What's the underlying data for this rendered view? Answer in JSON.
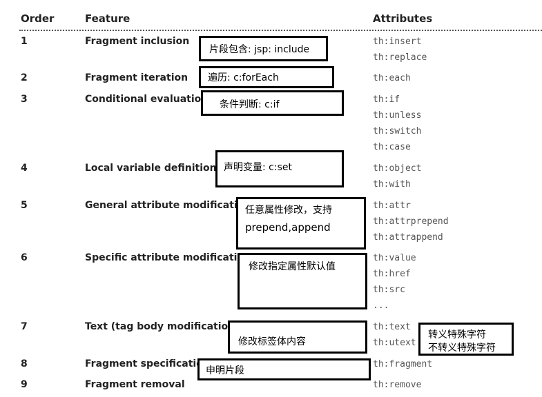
{
  "headers": {
    "order": "Order",
    "feature": "Feature",
    "attributes": "Attributes"
  },
  "rows": [
    {
      "order": "1",
      "feature": "Fragment inclusion",
      "attrs": [
        "th:insert",
        "th:replace"
      ],
      "note": "片段包含: jsp: include"
    },
    {
      "order": "2",
      "feature": "Fragment iteration",
      "attrs": [
        "th:each"
      ],
      "note": "遍历: c:forEach"
    },
    {
      "order": "3",
      "feature": "Conditional evaluation",
      "attrs": [
        "th:if",
        "th:unless",
        "th:switch",
        "th:case"
      ],
      "note": "条件判断: c:if"
    },
    {
      "order": "4",
      "feature": "Local variable definition",
      "attrs": [
        "th:object",
        "th:with"
      ],
      "note": "声明变量: c:set"
    },
    {
      "order": "5",
      "feature": "General attribute modification",
      "attrs": [
        "th:attr",
        "th:attrprepend",
        "th:attrappend"
      ],
      "note_lines": [
        "任意属性修改，支持",
        "prepend,append"
      ]
    },
    {
      "order": "6",
      "feature": "Specific attribute modification",
      "attrs": [
        "th:value",
        "th:href",
        "th:src",
        "..."
      ],
      "note": "修改指定属性默认值"
    },
    {
      "order": "7",
      "feature": "Text (tag body modification)",
      "attrs": [
        "th:text",
        "th:utext"
      ],
      "note": "修改标签体内容",
      "side_note_lines": [
        "转义特殊字符",
        "不转义特殊字符"
      ]
    },
    {
      "order": "8",
      "feature": "Fragment specification",
      "attrs": [
        "th:fragment"
      ],
      "note": "申明片段"
    },
    {
      "order": "9",
      "feature": "Fragment removal",
      "attrs": [
        "th:remove"
      ]
    }
  ]
}
